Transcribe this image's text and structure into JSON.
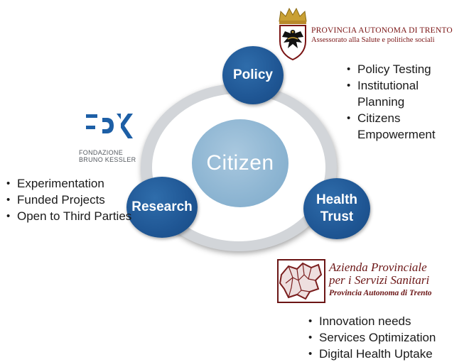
{
  "center": {
    "label": "Citizen"
  },
  "nodes": {
    "policy": {
      "label": "Policy"
    },
    "research": {
      "label": "Research"
    },
    "health": {
      "line1": "Health",
      "line2": "Trust"
    }
  },
  "lists": {
    "policy": [
      "Policy Testing",
      "Institutional Planning",
      "Citizens Empowerment"
    ],
    "research": [
      "Experimentation",
      "Funded Projects",
      "Open to Third Parties"
    ],
    "health": [
      "Innovation needs",
      "Services Optimization",
      "Digital Health Uptake"
    ]
  },
  "logos": {
    "trento": {
      "title": "PROVINCIA AUTONOMA DI TRENTO",
      "subtitle": "Assessorato alla Salute e politiche sociali"
    },
    "fbk": {
      "mark": "FBK",
      "line1": "FONDAZIONE",
      "line2": "BRUNO KESSLER"
    },
    "apss": {
      "line1": "Azienda Provinciale",
      "line2": "per i Servizi Sanitari",
      "line3": "Provincia Autonoma di Trento"
    }
  },
  "colors": {
    "node_blue": "#1f5694",
    "center_blue": "#8db5d2",
    "ring_gray": "#d2d5d9",
    "apss_red": "#6b1515",
    "fbk_blue": "#1d5fa6"
  }
}
